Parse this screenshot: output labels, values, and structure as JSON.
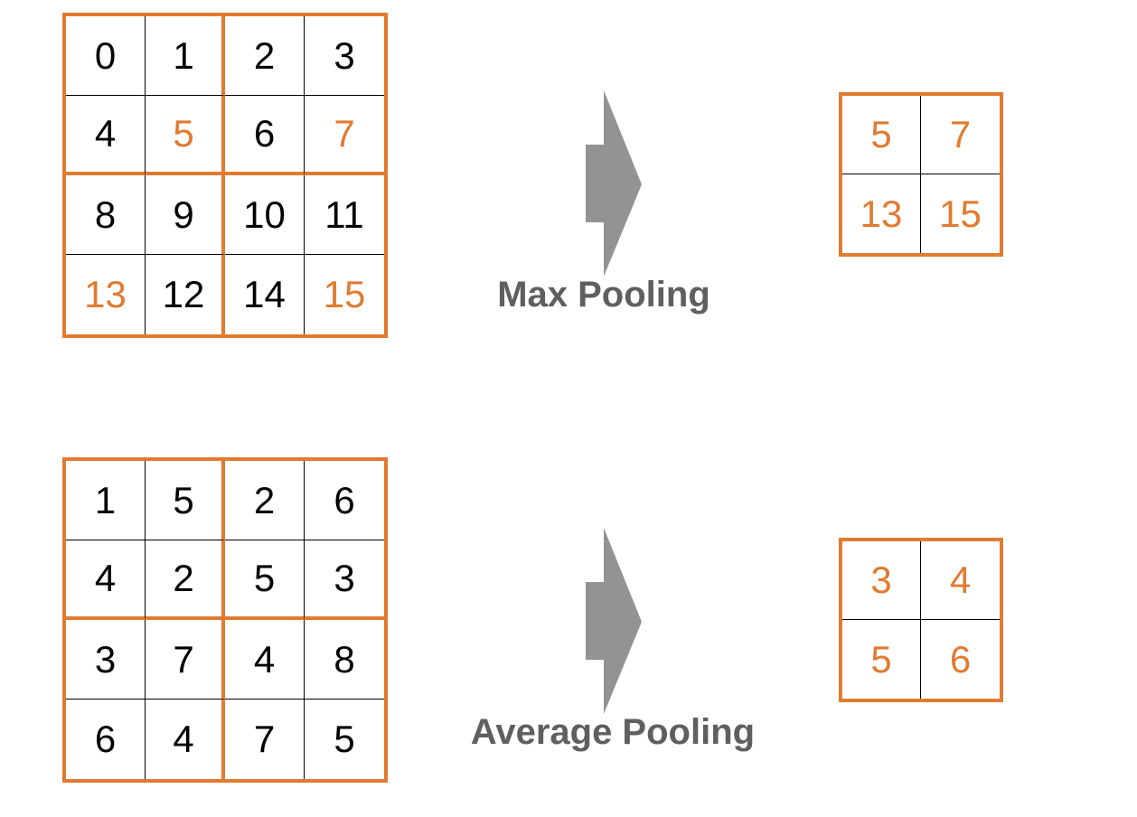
{
  "max_pooling": {
    "label": "Max Pooling",
    "input": [
      [
        "0",
        "1",
        "2",
        "3"
      ],
      [
        "4",
        "5",
        "6",
        "7"
      ],
      [
        "8",
        "9",
        "10",
        "11"
      ],
      [
        "13",
        "12",
        "14",
        "15"
      ]
    ],
    "highlighted": [
      [
        1,
        1
      ],
      [
        1,
        3
      ],
      [
        3,
        0
      ],
      [
        3,
        3
      ]
    ],
    "output": [
      [
        "5",
        "7"
      ],
      [
        "13",
        "15"
      ]
    ]
  },
  "average_pooling": {
    "label": "Average Pooling",
    "input": [
      [
        "1",
        "5",
        "2",
        "6"
      ],
      [
        "4",
        "2",
        "5",
        "3"
      ],
      [
        "3",
        "7",
        "4",
        "8"
      ],
      [
        "6",
        "4",
        "7",
        "5"
      ]
    ],
    "highlighted": [],
    "output": [
      [
        "3",
        "4"
      ],
      [
        "5",
        "6"
      ]
    ]
  },
  "colors": {
    "accent": "#E07B30",
    "arrow": "#939393",
    "label": "#5f5f5f",
    "text": "#000000"
  }
}
